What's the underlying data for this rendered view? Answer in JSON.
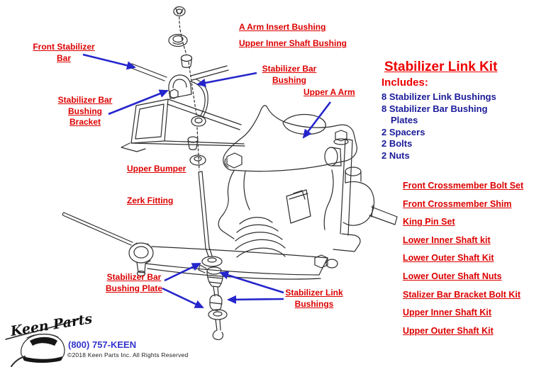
{
  "diagram_labels": [
    {
      "id": "front-stabilizer-bar",
      "text": "Front Stabilizer Bar"
    },
    {
      "id": "a-arm-insert-bushing",
      "text": "A Arm Insert Bushing"
    },
    {
      "id": "upper-inner-shaft-bushing",
      "text": "Upper Inner Shaft Bushing"
    },
    {
      "id": "stabilizer-bar-bushing",
      "text": "Stabilizer Bar Bushing"
    },
    {
      "id": "upper-a-arm",
      "text": "Upper A Arm"
    },
    {
      "id": "stabilizer-bar-bushing-bracket",
      "text": "Stabilizer Bar Bushing Bracket"
    },
    {
      "id": "upper-bumper",
      "text": "Upper Bumper"
    },
    {
      "id": "zerk-fitting",
      "text": "Zerk Fitting"
    },
    {
      "id": "stabilizer-bar-bushing-plate",
      "text": "Stabilizer Bar Bushing Plate"
    },
    {
      "id": "stabilizer-link-bushings",
      "text": "Stabilizer Link Bushings"
    }
  ],
  "kit_panel": {
    "title": "Stabilizer Link Kit",
    "includes_label": "Includes:",
    "lines": [
      "8 Stabilizer Link Bushings",
      "8 Stabilizer Bar Bushing",
      "Plates",
      "2 Spacers",
      "2 Bolts",
      "2 Nuts"
    ]
  },
  "related_links": [
    "Front Crossmember Bolt Set",
    "Front Crossmember Shim",
    "King Pin Set",
    "Lower Inner Shaft kit",
    "Lower Outer Shaft Kit",
    "Lower Outer Shaft Nuts",
    "Stalizer Bar Bracket Bolt Kit",
    "Upper Inner Shaft Kit",
    "Upper Outer Shaft Kit"
  ],
  "footer": {
    "logo_text": "Keen Parts",
    "phone": "(800) 757-KEEN",
    "copyright": "©2018 Keen Parts Inc. All Rights Reserved"
  },
  "colors": {
    "label_red": "#dd0000",
    "kit_navy": "#1a1a99",
    "arrow_blue": "#2525cc",
    "phone_blue": "#3333cc"
  }
}
